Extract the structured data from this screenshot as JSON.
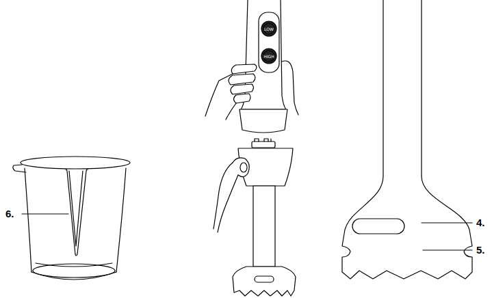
{
  "diagram": {
    "labels": [
      "6.",
      "4.",
      "5.",
      "LOW",
      "HIGH"
    ]
  }
}
